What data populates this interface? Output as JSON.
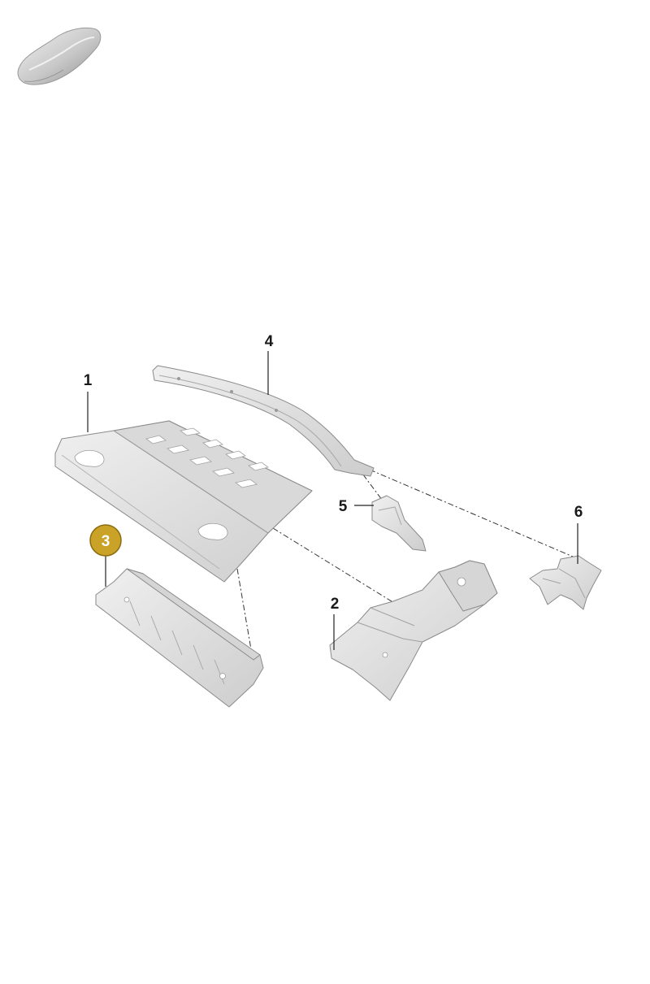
{
  "callouts": {
    "c1": "1",
    "c2": "2",
    "c3": "3",
    "c4": "4",
    "c5": "5",
    "c6": "6"
  },
  "highlighted_callout": "3",
  "colors": {
    "highlight_fill": "#c9a227",
    "highlight_stroke": "#8a6d10",
    "part_fill": "#e4e4e4",
    "part_shade": "#cfcfcf",
    "line": "#222222"
  },
  "icons": {
    "vehicle": "car-silhouette-icon"
  }
}
